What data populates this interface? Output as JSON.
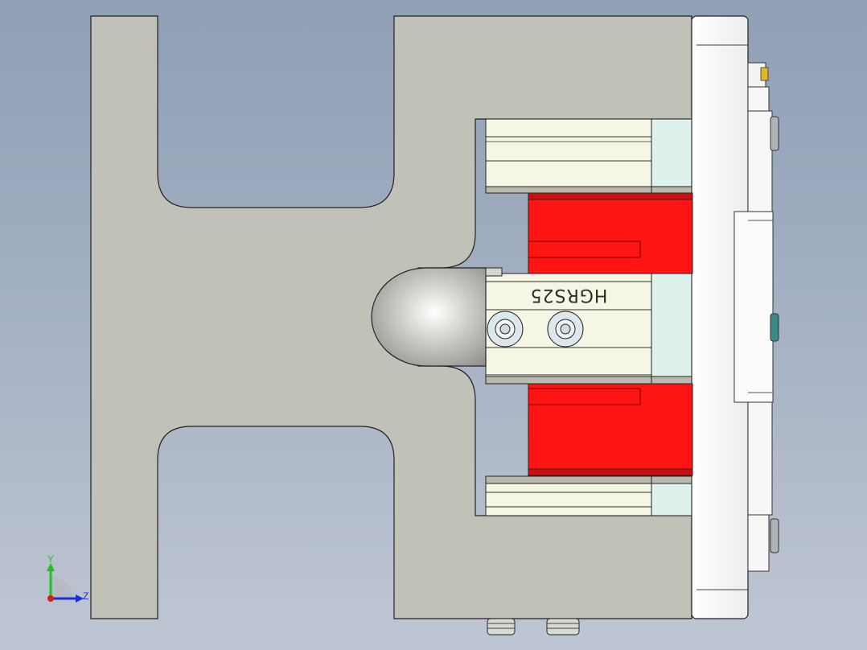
{
  "model": {
    "part_label": "HGRS25",
    "colors": {
      "background_top": "#8f9fb6",
      "background_bottom": "#bfc6d3",
      "body": "#c1c1b8",
      "rail": "#f6f6e4",
      "slider": "#ff1414",
      "block_green": "#dff1ec",
      "plate": "#ffffff",
      "edge": "#222222"
    }
  },
  "triad": {
    "y_label": "Y",
    "z_label": "Z",
    "y_color": "#21c021",
    "z_color": "#1c2bdc",
    "x_color": "#e01818"
  }
}
